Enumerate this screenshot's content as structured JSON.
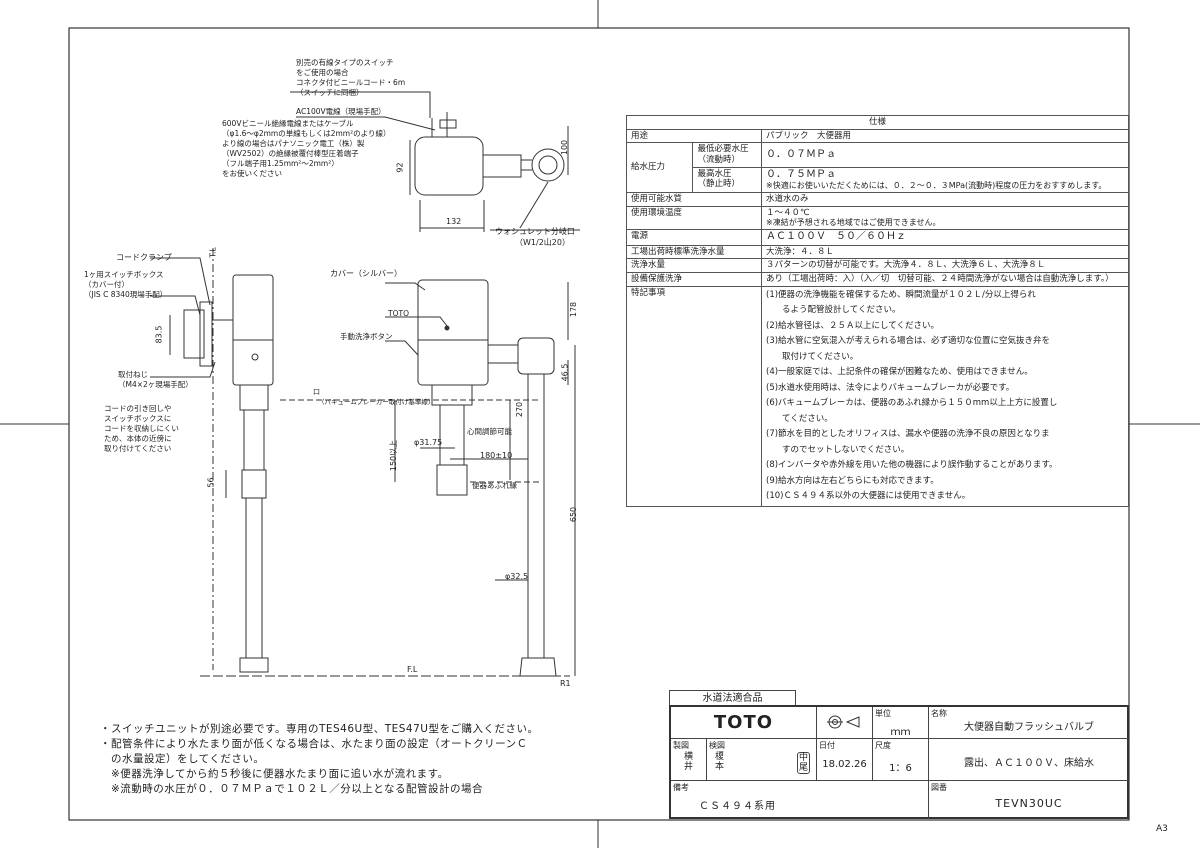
{
  "drawing": {
    "top_annotations": {
      "switch_note": [
        "別売の有線タイプのスイッチ",
        "をご使用の場合",
        "コネクタ付ビニールコード・6m",
        "（スイッチに同梱）"
      ],
      "ac_line": "AC100V電線（現場手配）",
      "cable_note": [
        "600Vビニール絶縁電線またはケーブル",
        "（φ1.6～φ2mmの単線もしくは2mm²のより線）",
        "より線の場合はパナソニック電工（株）製",
        "（WV2502）の絶縁被覆付棒型圧着端子",
        "（フル端子用1.25mm²～2mm²）",
        "をお使いください"
      ],
      "washlet_branch": [
        "ウォシュレット分岐口",
        "（W1/2山20）"
      ],
      "dim_92": "92",
      "dim_100": "100",
      "dim_132": "132"
    },
    "side_view": {
      "tl": "T.L",
      "cord_clamp": "コードクランプ",
      "switch_box": [
        "1ヶ用スイッチボックス",
        "（カバー付）",
        "（JIS C 8340現場手配）"
      ],
      "dim_83_5": "83.5",
      "screw": [
        "取付ねじ",
        "（M4×2ヶ現場手配）"
      ],
      "cord_note": [
        "コードの引き回しや",
        "スイッチボックスに",
        "コードを収納しにくい",
        "ため、本体の近傍に",
        "取り付けてください"
      ],
      "dim_56": "56"
    },
    "front_view": {
      "cover": "カバー（シルバー）",
      "toto_label": "TOTO",
      "manual_button": "手動洗浄ボタン",
      "vb_ref": "（バキュームブレーカー取付け基準線）",
      "vb_mark": "口",
      "dim_31_75": "φ31.75",
      "core_adjust": "心間調節可能",
      "dim_180": "180±10",
      "dim_150": "150以上",
      "overflow": "便器あふれ縁",
      "dim_270": "270",
      "dim_178": "178",
      "dim_46_5": "46.5",
      "dim_650": "650",
      "dim_32_5": "φ32.5",
      "fl": "F.L",
      "r1": "R1"
    }
  },
  "spec": {
    "header": "仕様",
    "rows": {
      "usage_label": "用途",
      "usage_value": "パブリック　大便器用",
      "pressure_label": "給水圧力",
      "min_label": [
        "最低必要水圧",
        "（流動時）"
      ],
      "min_value": "０．０７ＭＰａ",
      "max_label": [
        "最高水圧",
        "（静止時）"
      ],
      "max_value": "０．７５ＭＰａ",
      "max_note": "※快適にお使いいただくためには、０．２～０．３MPa(流動時)程度の圧力をおすすめします。",
      "water_label": "使用可能水質",
      "water_value": "水道水のみ",
      "env_label": "使用環境温度",
      "env_value": "１～４０℃",
      "env_note": "※凍結が予想される地域ではご使用できません。",
      "power_label": "電源",
      "power_value": "ＡＣ１００Ｖ　５０／６０Ｈｚ",
      "flush_std_label": "工場出荷時標準洗浄水量",
      "flush_std_value": "大洗浄：４．８Ｌ",
      "flush_vol_label": "洗浄水量",
      "flush_vol_value": "３パターンの切替が可能です。大洗浄４．８Ｌ、大洗浄６Ｌ、大洗浄８Ｌ",
      "protect_label": "設備保護洗浄",
      "protect_value": "あり（工場出荷時：入）（入／切　切替可能、２４時間洗浄がない場合は自動洗浄します。）",
      "notes_label": "特記事項",
      "notes": [
        "(1)便器の洗浄機能を確保するため、瞬間流量が１０２Ｌ/分以上得られ",
        "るよう配管設計してください。",
        "(2)給水管径は、２５Ａ以上にしてください。",
        "(3)給水管に空気混入が考えられる場合は、必ず適切な位置に空気抜き弁を",
        "取付けてください。",
        "(4)一般家庭では、上記条件の確保が困難なため、使用はできません。",
        "(5)水道水使用時は、法令によりバキュームブレーカが必要です。",
        "(6)バキュームブレーカは、便器のあふれ縁から１５０mm以上上方に設置し",
        "てください。",
        "(7)節水を目的としたオリフィスは、漏水や便器の洗浄不良の原因となりま",
        "すのでセットしないでください。",
        "(8)インバータや赤外線を用いた他の機器により誤作動することがあります。",
        "(9)給水方向は左右どちらにも対応できます。",
        "(10)ＣＳ４９４系以外の大便器には使用できません。"
      ]
    }
  },
  "bottom_notes": [
    "・スイッチユニットが別途必要です。専用のTES46U型、TES47U型をご購入ください。",
    "・配管条件により水たまり面が低くなる場合は、水たまり面の設定（オートクリーンＣ",
    "　の水量設定）をしてください。",
    "　※便器洗浄してから約５秒後に便器水たまり面に追い水が流れます。",
    "　※流動時の水圧が０．０７ＭＰａで１０２Ｌ／分以上となる配管設計の場合"
  ],
  "title_block": {
    "compliance": "水道法適合品",
    "brand": "TOTO",
    "unit_label": "単位",
    "unit_value": "ｍｍ",
    "name_label": "名称",
    "name_value": "大便器自動フラッシュバルブ",
    "draft_label": "製図",
    "draft_value": [
      "横",
      "井"
    ],
    "check_label": "検図",
    "check_value": [
      "榎",
      "本"
    ],
    "date_label": "日付",
    "date_value": "18.02.26",
    "scale_label": "尺度",
    "scale_value": "1：6",
    "desc_value": "露出、ＡＣ１００Ｖ、床給水",
    "remarks_label": "備考",
    "remarks_value": "ＣＳ４９４系用",
    "drawing_no_label": "図番",
    "drawing_no_value": "TEVN30UC",
    "stamp": [
      "中",
      "尾"
    ],
    "paper_size": "A3"
  }
}
